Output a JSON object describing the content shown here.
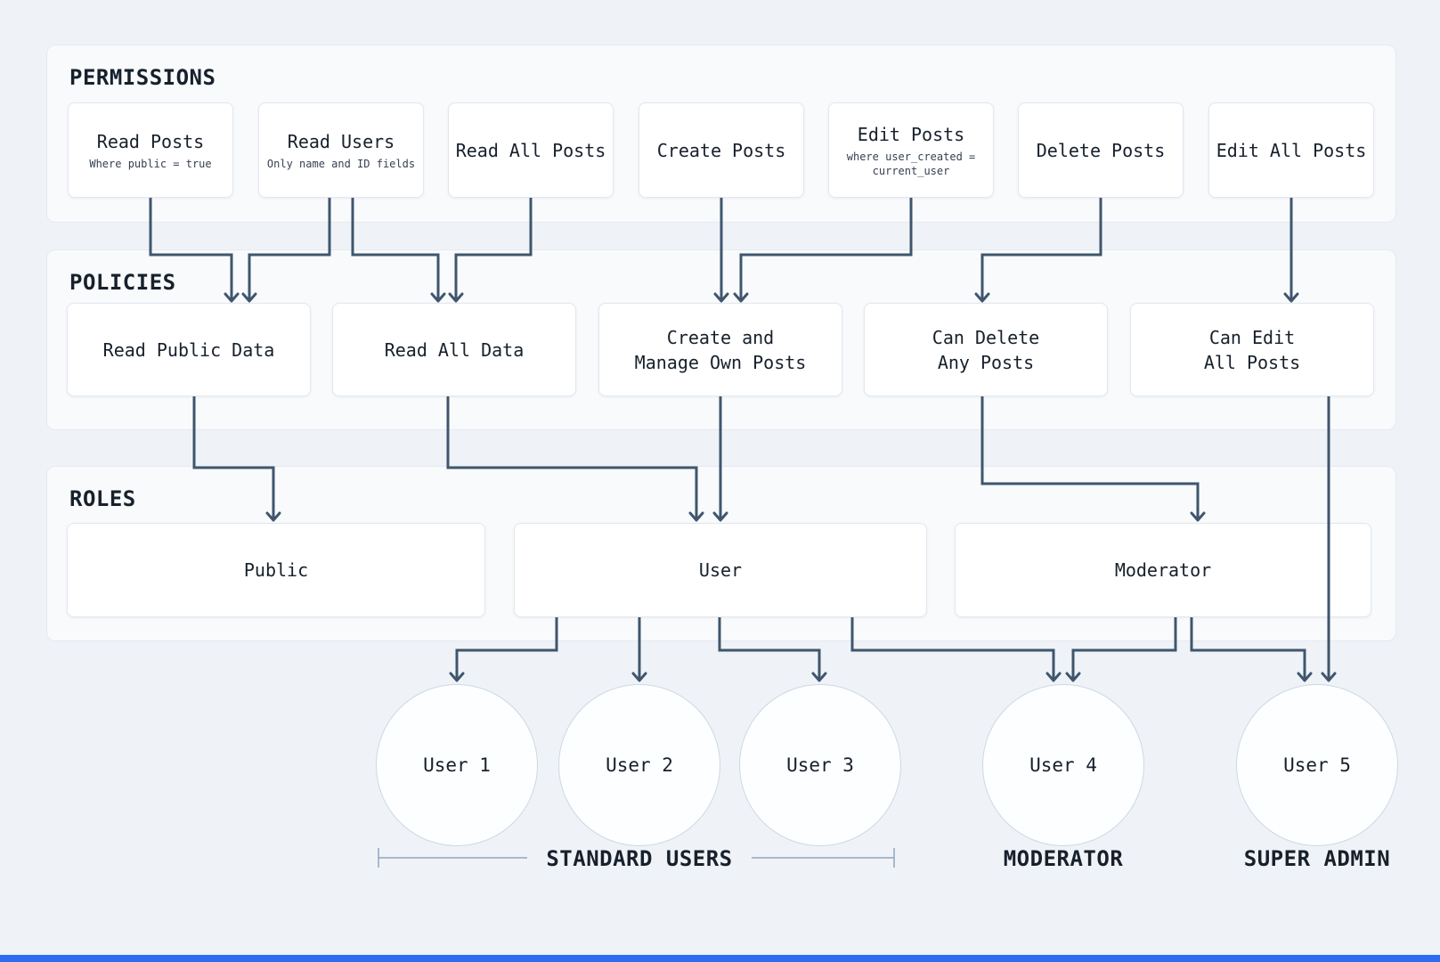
{
  "sections": {
    "permissions": {
      "title": "PERMISSIONS",
      "items": [
        {
          "id": "read-posts",
          "title": "Read Posts",
          "sub1": "Where public = true"
        },
        {
          "id": "read-users",
          "title": "Read Users",
          "sub1": "Only name and ID fields"
        },
        {
          "id": "read-all-posts",
          "title": "Read All Posts"
        },
        {
          "id": "create-posts",
          "title": "Create Posts"
        },
        {
          "id": "edit-posts",
          "title": "Edit Posts",
          "sub1": "where user_created =",
          "sub2": "current_user"
        },
        {
          "id": "delete-posts",
          "title": "Delete Posts"
        },
        {
          "id": "edit-all-posts",
          "title": "Edit All Posts"
        }
      ]
    },
    "policies": {
      "title": "POLICIES",
      "items": [
        {
          "id": "read-public-data",
          "line1": "Read Public Data"
        },
        {
          "id": "read-all-data",
          "line1": "Read All Data"
        },
        {
          "id": "create-manage-own",
          "line1": "Create and",
          "line2": "Manage Own Posts"
        },
        {
          "id": "can-delete-any",
          "line1": "Can Delete",
          "line2": "Any Posts"
        },
        {
          "id": "can-edit-all",
          "line1": "Can Edit",
          "line2": "All Posts"
        }
      ]
    },
    "roles": {
      "title": "ROLES",
      "items": [
        {
          "id": "public",
          "title": "Public"
        },
        {
          "id": "user",
          "title": "User"
        },
        {
          "id": "moderator",
          "title": "Moderator"
        }
      ]
    }
  },
  "users": [
    {
      "id": "user-1",
      "label": "User 1"
    },
    {
      "id": "user-2",
      "label": "User 2"
    },
    {
      "id": "user-3",
      "label": "User 3"
    },
    {
      "id": "user-4",
      "label": "User 4"
    },
    {
      "id": "user-5",
      "label": "User 5"
    }
  ],
  "group_labels": {
    "standard_users": "STANDARD USERS",
    "moderator": "MODERATOR",
    "super_admin": "SUPER ADMIN"
  },
  "edges": [
    {
      "from": "read-posts",
      "to": "read-public-data"
    },
    {
      "from": "read-users",
      "to": "read-public-data"
    },
    {
      "from": "read-users",
      "to": "read-all-data"
    },
    {
      "from": "read-all-posts",
      "to": "read-all-data"
    },
    {
      "from": "create-posts",
      "to": "create-manage-own"
    },
    {
      "from": "edit-posts",
      "to": "create-manage-own"
    },
    {
      "from": "delete-posts",
      "to": "can-delete-any"
    },
    {
      "from": "edit-all-posts",
      "to": "can-edit-all"
    },
    {
      "from": "read-public-data",
      "to": "public"
    },
    {
      "from": "read-all-data",
      "to": "user"
    },
    {
      "from": "create-manage-own",
      "to": "user"
    },
    {
      "from": "can-delete-any",
      "to": "moderator"
    },
    {
      "from": "can-edit-all",
      "to": "user-5"
    },
    {
      "from": "user",
      "to": "user-1"
    },
    {
      "from": "user",
      "to": "user-2"
    },
    {
      "from": "user",
      "to": "user-3"
    },
    {
      "from": "user",
      "to": "user-4"
    },
    {
      "from": "moderator",
      "to": "user-4"
    },
    {
      "from": "moderator",
      "to": "user-5"
    }
  ],
  "colors": {
    "background": "#eff3f8",
    "panel": "#f8fafc",
    "node": "#ffffff",
    "connector": "#3f566d",
    "accent_bar": "#2e6bf0"
  }
}
